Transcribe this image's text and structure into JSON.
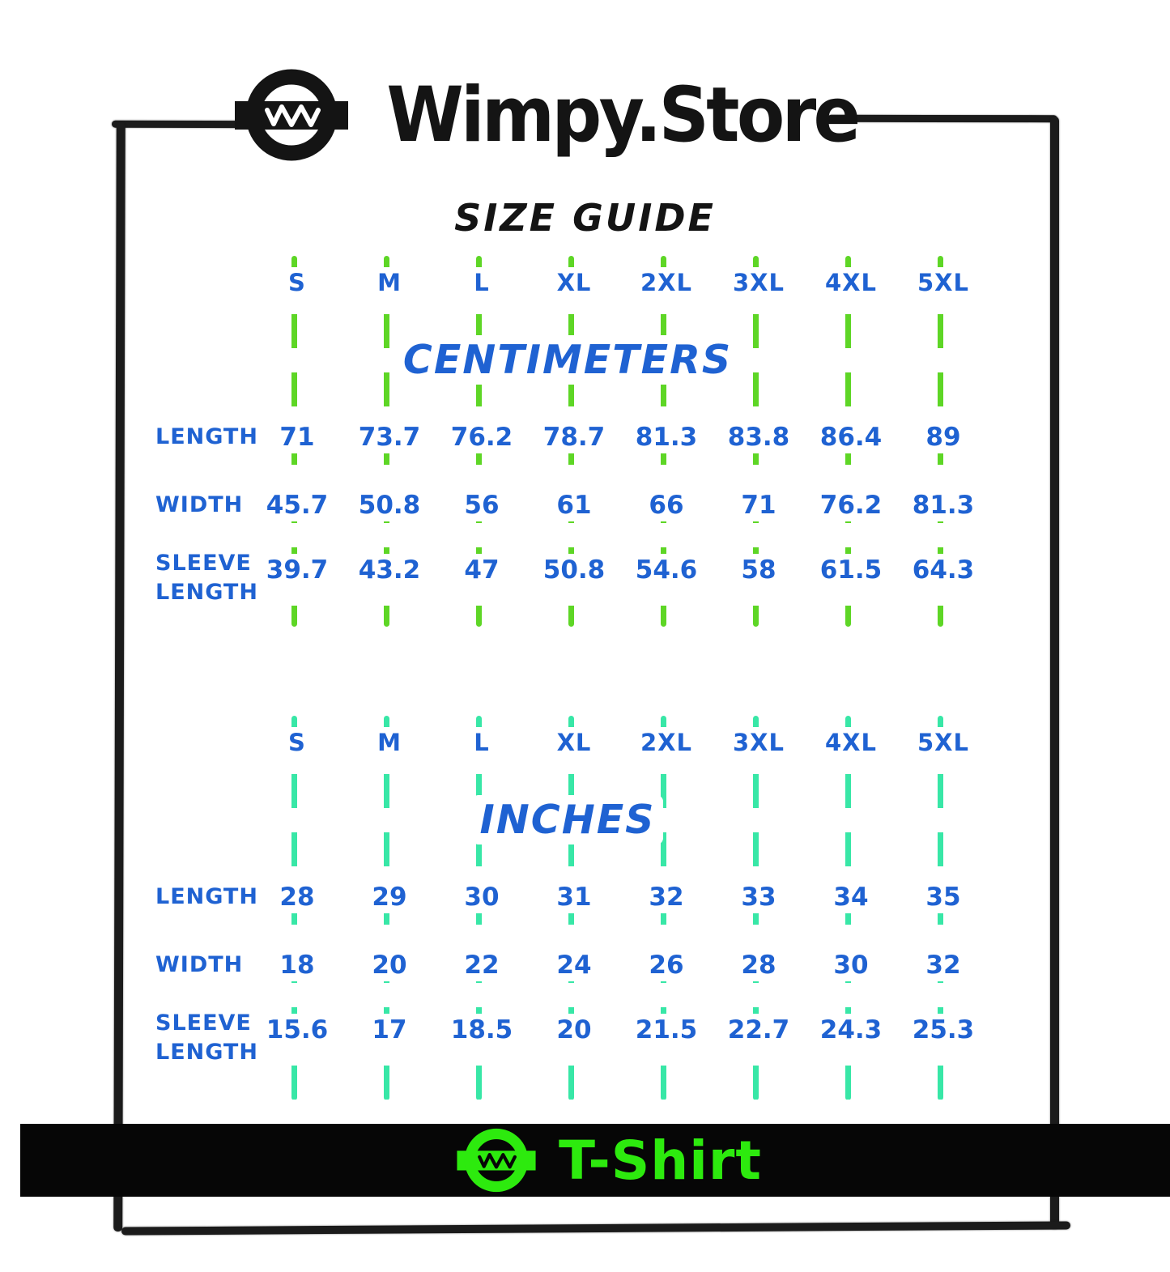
{
  "brand": {
    "name": "Wimpy.Store"
  },
  "page_title": "SIZE GUIDE",
  "footer": {
    "product": "T-Shirt"
  },
  "colors": {
    "accent_blue": "#1f62d2",
    "line_green": "#55d41a",
    "line_teal": "#2ee6a2",
    "banner_green": "#2dea0e",
    "ink": "#141414",
    "banner_black": "#060606"
  },
  "chart_data": [
    {
      "type": "table",
      "title": "CENTIMETERS",
      "line_color": "#55d41a",
      "columns": [
        "S",
        "M",
        "L",
        "XL",
        "2XL",
        "3XL",
        "4XL",
        "5XL"
      ],
      "rows": [
        {
          "label": "LENGTH",
          "values": [
            71,
            73.7,
            76.2,
            78.7,
            81.3,
            83.8,
            86.4,
            89
          ]
        },
        {
          "label": "WIDTH",
          "values": [
            45.7,
            50.8,
            56,
            61,
            66,
            71,
            76.2,
            81.3
          ]
        },
        {
          "label": "SLEEVE LENGTH",
          "values": [
            39.7,
            43.2,
            47,
            50.8,
            54.6,
            58,
            61.5,
            64.3
          ]
        }
      ]
    },
    {
      "type": "table",
      "title": "INCHES",
      "line_color": "#2ee6a2",
      "columns": [
        "S",
        "M",
        "L",
        "XL",
        "2XL",
        "3XL",
        "4XL",
        "5XL"
      ],
      "rows": [
        {
          "label": "LENGTH",
          "values": [
            28,
            29,
            30,
            31,
            32,
            33,
            34,
            35
          ]
        },
        {
          "label": "WIDTH",
          "values": [
            18,
            20,
            22,
            24,
            26,
            28,
            30,
            32
          ]
        },
        {
          "label": "SLEEVE LENGTH",
          "values": [
            15.6,
            17,
            18.5,
            20,
            21.5,
            22.7,
            24.3,
            25.3
          ]
        }
      ]
    }
  ]
}
